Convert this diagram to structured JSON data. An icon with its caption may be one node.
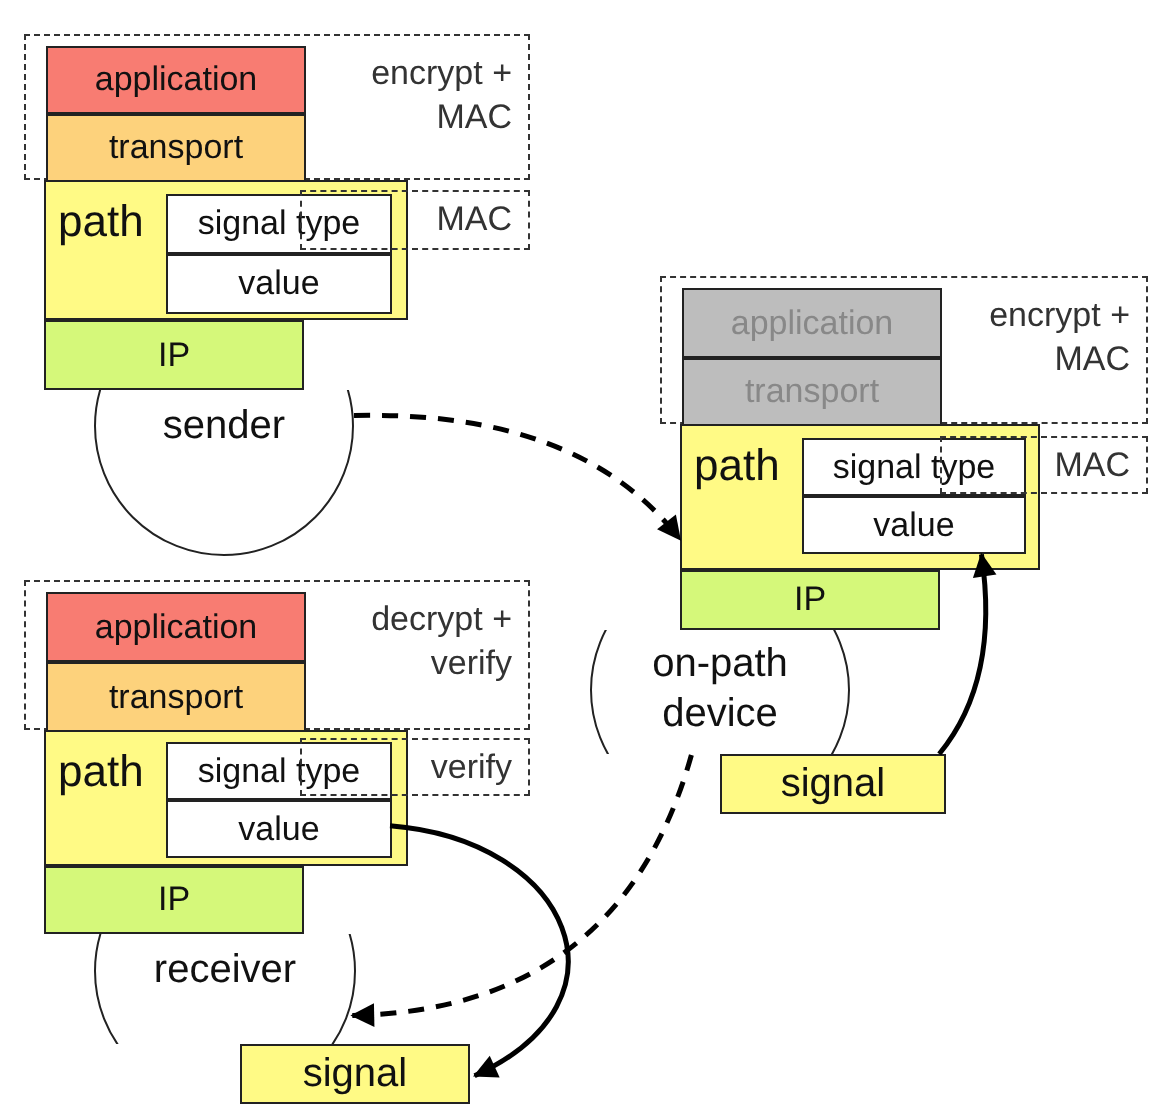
{
  "diagram": {
    "nodes": [
      {
        "text": [
          "encrypt + MAC"
        ]
      },
      {
        "text": [
          "application"
        ],
        "in": 0
      },
      {
        "text": [
          "transport"
        ],
        "in": 0
      },
      {
        "text": [
          "path"
        ]
      },
      {
        "text": [
          "signal type"
        ],
        "in": 3
      },
      {
        "text": [
          "value"
        ],
        "in": 3
      },
      {
        "text": [
          "MAC"
        ]
      },
      {
        "text": [
          "IP"
        ]
      },
      {
        "text": [
          "sender"
        ]
      },
      {
        "text": [
          "encrypt + MAC"
        ]
      },
      {
        "text": [
          "application"
        ],
        "in": 9
      },
      {
        "text": [
          "transport"
        ],
        "in": 9
      },
      {
        "text": [
          "path"
        ]
      },
      {
        "text": [
          "signal type"
        ],
        "in": 12
      },
      {
        "text": [
          "value"
        ],
        "in": 12
      },
      {
        "text": [
          "MAC"
        ]
      },
      {
        "text": [
          "IP"
        ]
      },
      {
        "text": [
          "on-path device"
        ]
      },
      {
        "text": [
          "signal"
        ]
      },
      {
        "text": [
          "decrypt + verify"
        ]
      },
      {
        "text": [
          "application"
        ],
        "in": 19
      },
      {
        "text": [
          "transport"
        ],
        "in": 19
      },
      {
        "text": [
          "path"
        ]
      },
      {
        "text": [
          "signal type"
        ],
        "in": 22
      },
      {
        "text": [
          "value"
        ],
        "in": 22
      },
      {
        "text": [
          "verify"
        ]
      },
      {
        "text": [
          "IP"
        ]
      },
      {
        "text": [
          "receiver"
        ]
      },
      {
        "text": [
          "signal"
        ]
      }
    ],
    "edges": [
      {
        "from": 8,
        "to": 12,
        "arrow": "to",
        "style": "dashed"
      },
      {
        "from": 18,
        "to": 14,
        "arrow": "to"
      },
      {
        "from": 17,
        "to": 27,
        "arrow": "to",
        "style": "dashed"
      },
      {
        "from": 24,
        "to": 28,
        "arrow": "to"
      }
    ]
  }
}
